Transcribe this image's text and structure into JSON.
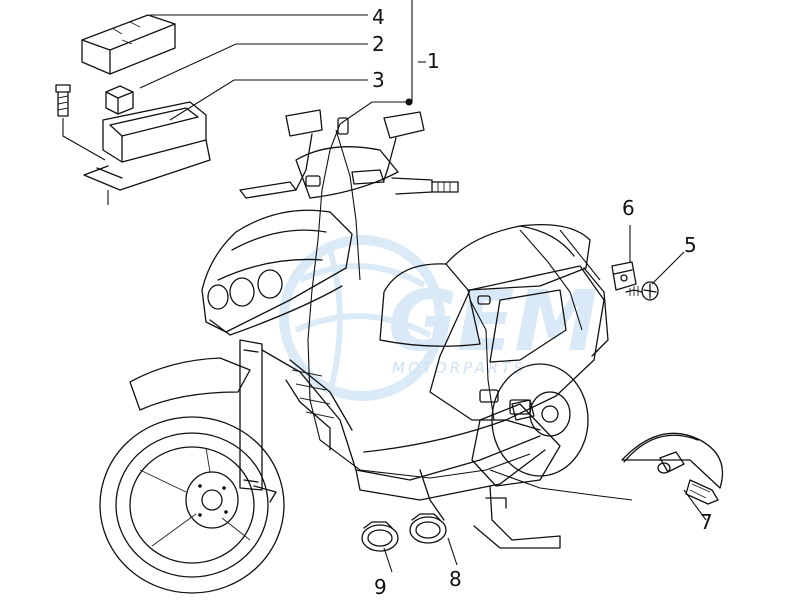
{
  "watermark": {
    "brand": "GEM",
    "sub": "MOTORPARTS"
  },
  "callouts": [
    {
      "id": "1",
      "text": "1"
    },
    {
      "id": "2",
      "text": "2"
    },
    {
      "id": "3",
      "text": "3"
    },
    {
      "id": "4",
      "text": "4"
    },
    {
      "id": "5",
      "text": "5"
    },
    {
      "id": "6",
      "text": "6"
    },
    {
      "id": "7",
      "text": "7"
    },
    {
      "id": "8",
      "text": "8"
    },
    {
      "id": "9",
      "text": "9"
    }
  ]
}
